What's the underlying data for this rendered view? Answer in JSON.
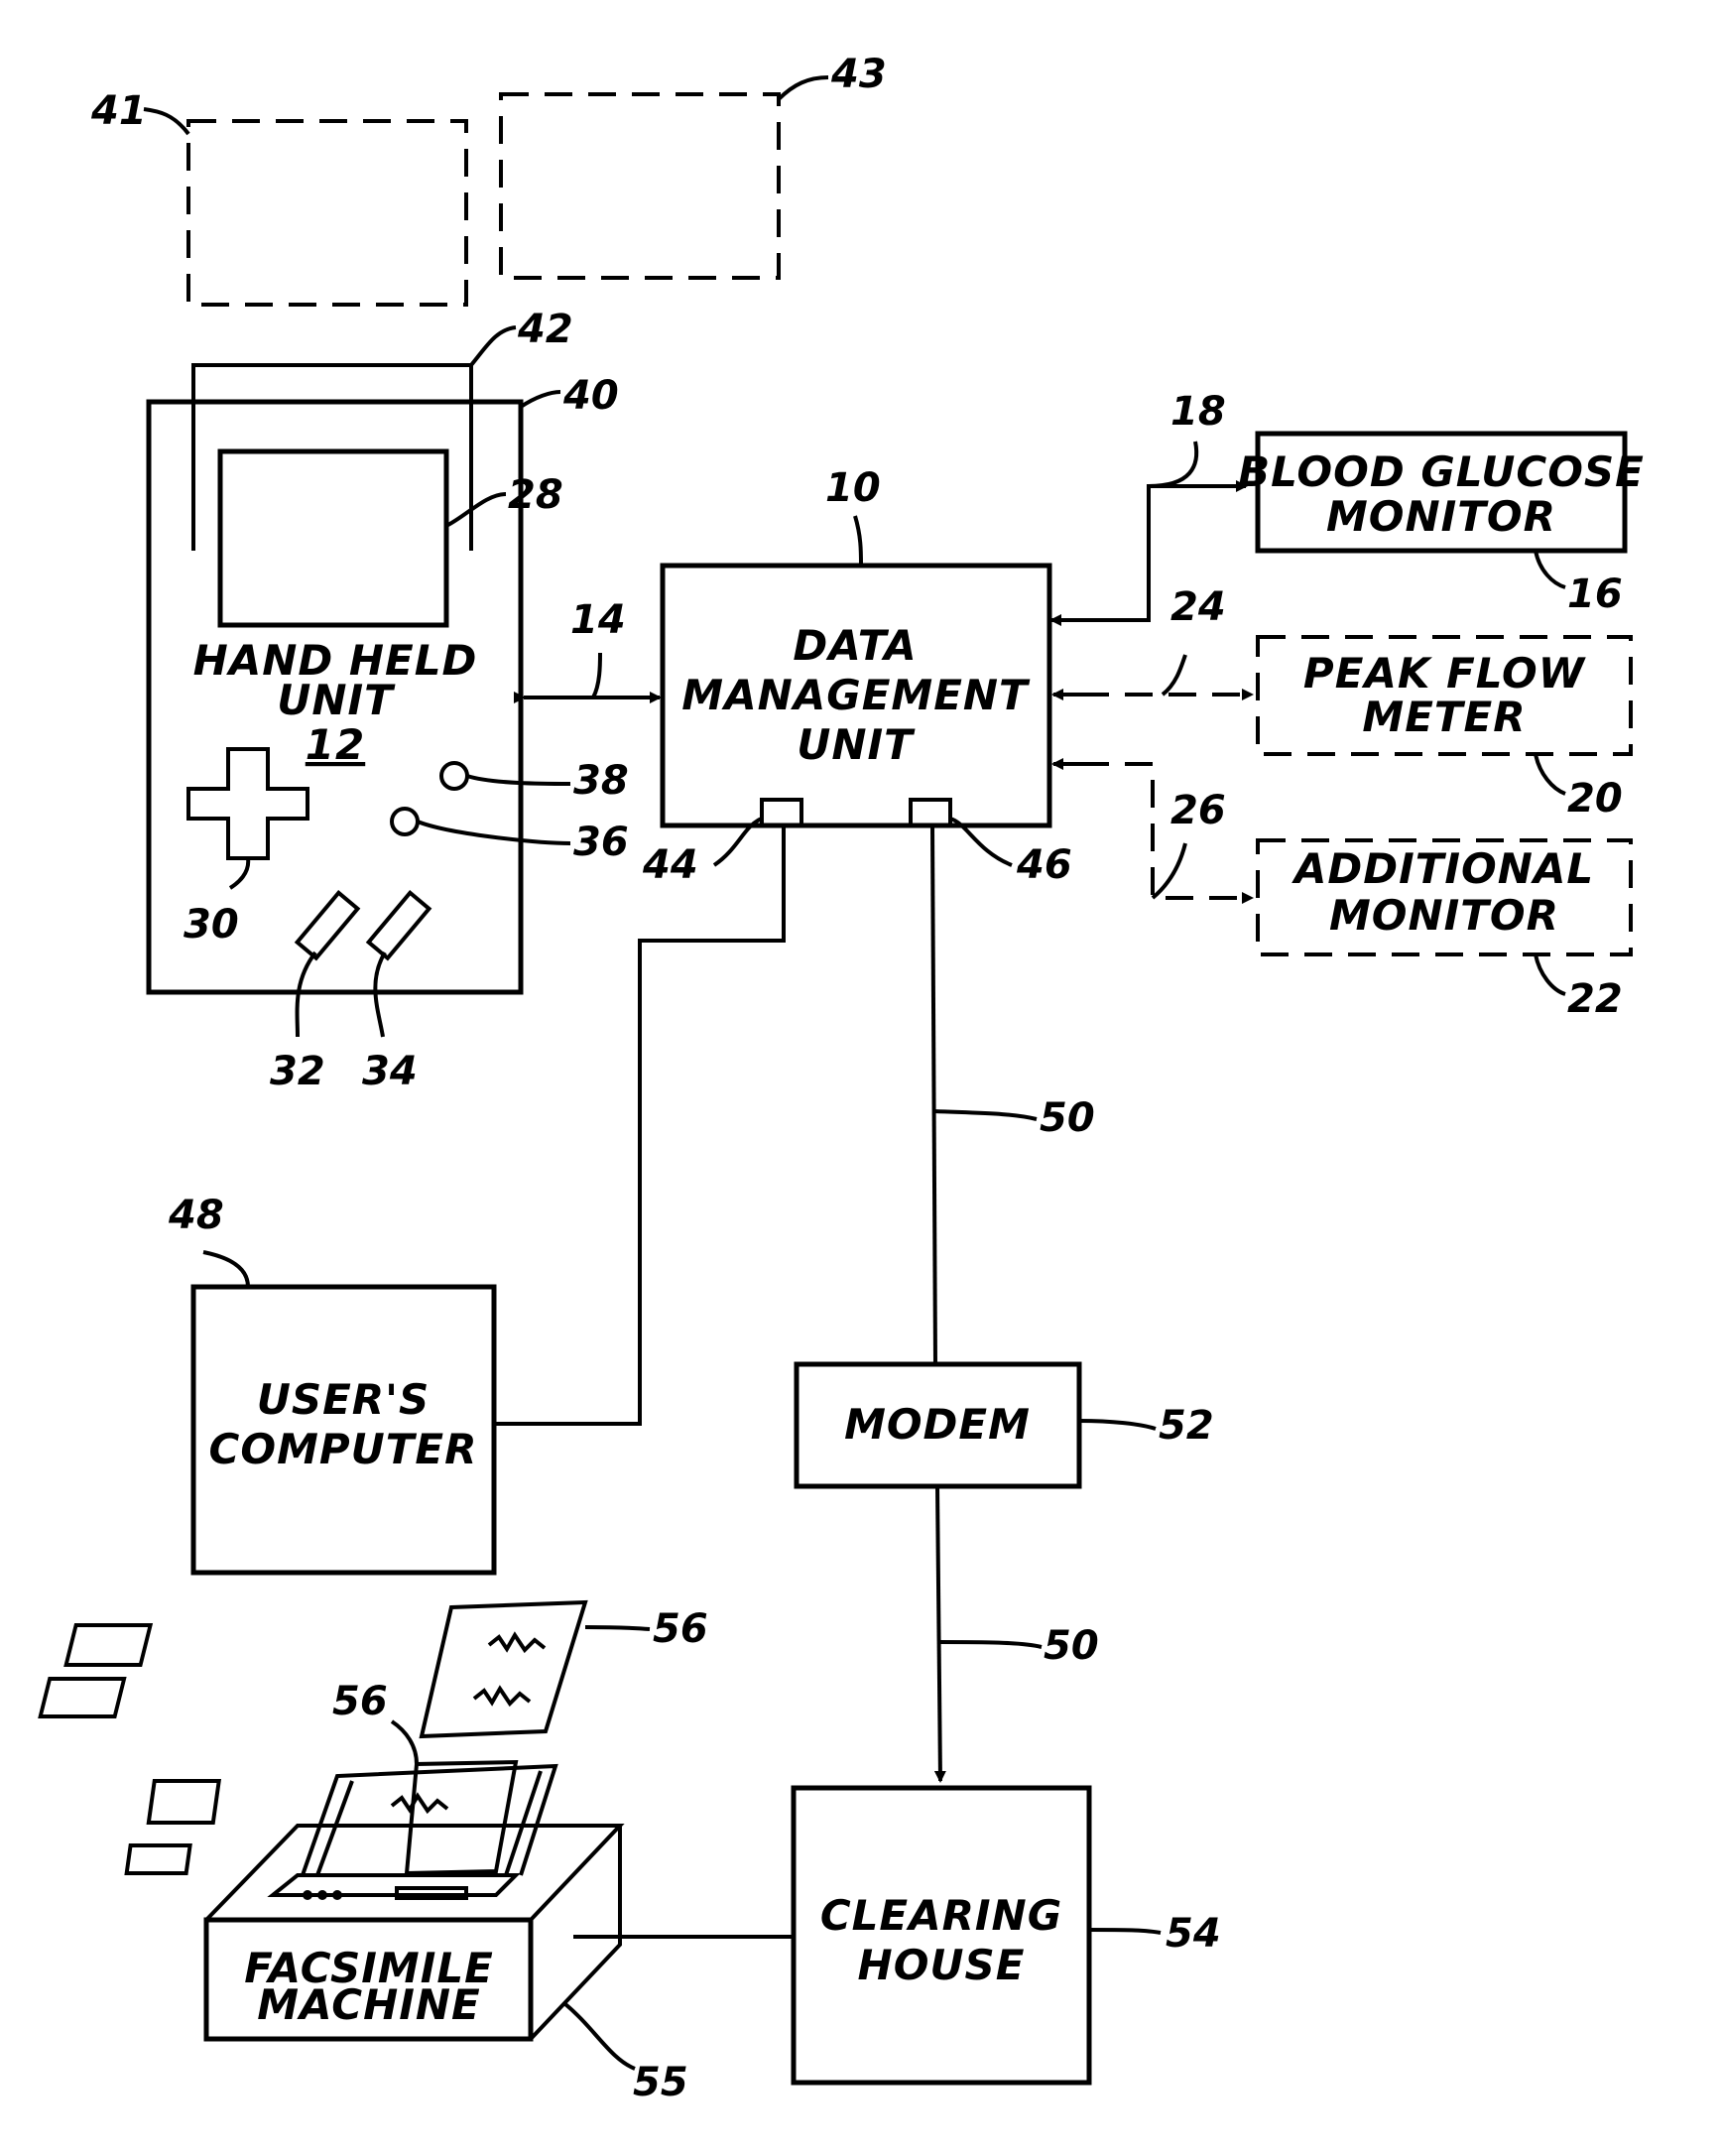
{
  "boxes": {
    "data_management_unit": [
      "DATA",
      "MANAGEMENT",
      "UNIT"
    ],
    "hand_held_unit": [
      "HAND HELD",
      "UNIT"
    ],
    "hand_held_number": "12",
    "blood_glucose_monitor": [
      "BLOOD GLUCOSE",
      "MONITOR"
    ],
    "peak_flow_meter": [
      "PEAK FLOW",
      "METER"
    ],
    "additional_monitor": [
      "ADDITIONAL",
      "MONITOR"
    ],
    "users_computer": [
      "USER'S",
      "COMPUTER"
    ],
    "modem": "MODEM",
    "clearing_house": [
      "CLEARING",
      "HOUSE"
    ],
    "facsimile_machine": [
      "FACSIMILE",
      "MACHINE"
    ]
  },
  "refs": {
    "r41": "41",
    "r43": "43",
    "r42": "42",
    "r40": "40",
    "r28": "28",
    "r10": "10",
    "r14": "14",
    "r18": "18",
    "r16": "16",
    "r24": "24",
    "r20": "20",
    "r26": "26",
    "r22": "22",
    "r38": "38",
    "r36": "36",
    "r30": "30",
    "r32": "32",
    "r34": "34",
    "r44": "44",
    "r46": "46",
    "r50a": "50",
    "r48": "48",
    "r52": "52",
    "r50b": "50",
    "r56a": "56",
    "r56b": "56",
    "r54": "54",
    "r55": "55"
  }
}
